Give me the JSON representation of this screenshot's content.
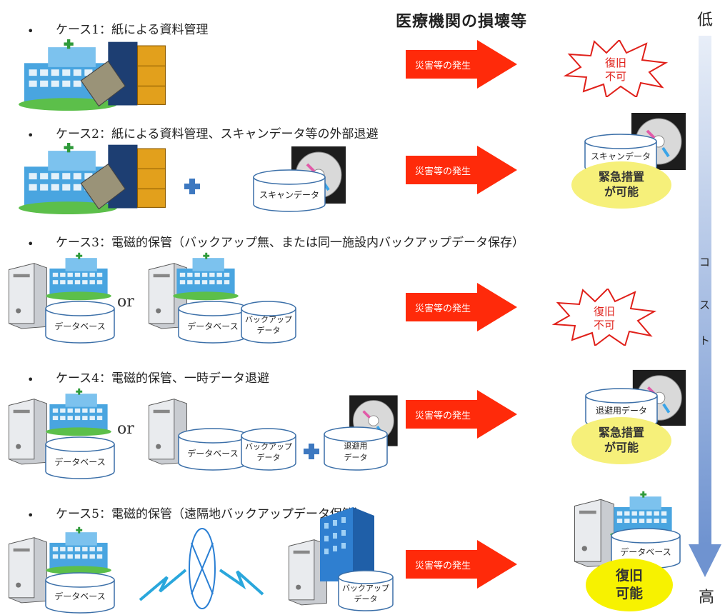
{
  "header": {
    "title": "医療機関の損壊等"
  },
  "cost_axis": {
    "low": "低",
    "high": "高",
    "label": [
      "コ",
      "ス",
      "ト"
    ]
  },
  "cases": [
    {
      "bullet": "•",
      "title": "ケース1：紙による資料管理",
      "arrow": "災害等の発生",
      "outcome": [
        "復旧",
        "不可"
      ]
    },
    {
      "bullet": "•",
      "title": "ケース2：紙による資料管理、スキャンデータ等の外部退避",
      "arrow": "災害等の発生",
      "outcome": [
        "緊急措置",
        "が可能"
      ],
      "storage": "スキャンデータ",
      "result_storage": "スキャンデータ"
    },
    {
      "bullet": "•",
      "title": "ケース3：電磁的保管（バックアップ無、または同一施設内バックアップデータ保存）",
      "arrow": "災害等の発生",
      "outcome": [
        "復旧",
        "不可"
      ],
      "db": "データベース",
      "backup": [
        "バックアップ",
        "データ"
      ],
      "or": "or"
    },
    {
      "bullet": "•",
      "title": "ケース4：電磁的保管、一時データ退避",
      "arrow": "災害等の発生",
      "outcome": [
        "緊急措置",
        "が可能"
      ],
      "db": "データベース",
      "backup": [
        "バックアップ",
        "データ"
      ],
      "evac": [
        "退避用",
        "データ"
      ],
      "result_storage": "退避用データ",
      "or": "or"
    },
    {
      "bullet": "•",
      "title": "ケース5：電磁的保管（遠隔地バックアップデータ保管）",
      "arrow": "災害等の発生",
      "outcome": [
        "復旧",
        "可能"
      ],
      "db": "データベース",
      "backup": [
        "バックアップ",
        "データ"
      ],
      "result_db": "データベース"
    }
  ],
  "colors": {
    "arrow": "#ff2a0a",
    "ellipse": "#f6f07a",
    "cyl_stroke": "#3b6fa8",
    "cost_arrow": "#7da0d8",
    "starburst": "#e0201a"
  }
}
